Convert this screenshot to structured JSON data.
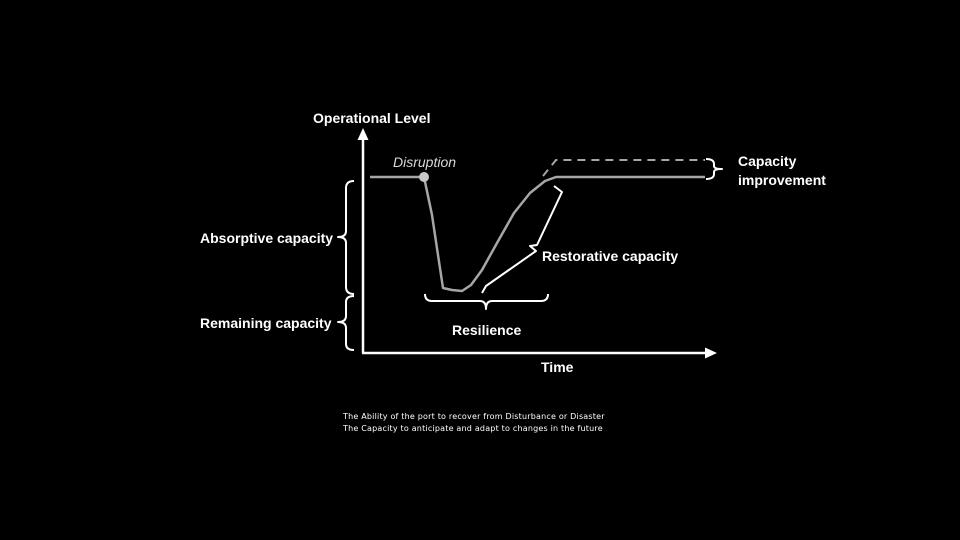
{
  "diagram": {
    "y_axis_label": "Operational Level",
    "x_axis_label": "Time",
    "event_label": "Disruption",
    "improvement_label_line1": "Capacity",
    "improvement_label_line2": "improvement",
    "absorptive_label": "Absorptive capacity",
    "remaining_label": "Remaining capacity",
    "restorative_label": "Restorative capacity",
    "resilience_label": "Resilience",
    "colors": {
      "background": "#000000",
      "axis": "#ffffff",
      "curve": "#a6a6a6",
      "dashed_curve": "#a6a6a6",
      "brace": "#ffffff",
      "marker": "#c8c8c8"
    }
  },
  "caption": {
    "line1": "The Ability of the port to recover from Disturbance or Disaster",
    "line2": "The Capacity to anticipate and adapt to changes in the future"
  }
}
